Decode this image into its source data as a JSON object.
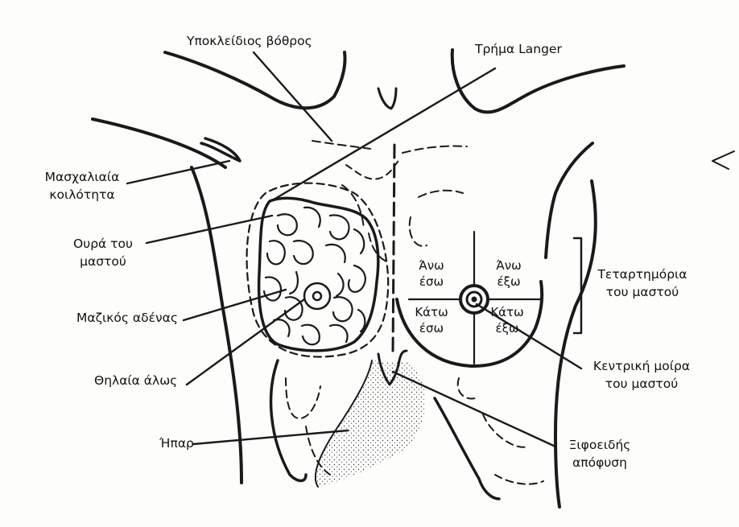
{
  "labels": {
    "subclavian_fossa": "Υποκλείδιος βόθρος",
    "langer_hole": "Τρήμα Langer",
    "axillary_cavity_1": "Μασχαλιαία",
    "axillary_cavity_2": "κοιλότητα",
    "breast_tail_1": "Ουρά του",
    "breast_tail_2": "μαστού",
    "mammary_gland": "Μαζικός αδένας",
    "areola": "Θηλαία άλως",
    "liver": "Ήπαρ",
    "quadrants_1": "Τεταρτημόρια",
    "quadrants_2": "του μαστού",
    "central_portion_1": "Κεντρική μοίρα",
    "central_portion_2": "του μαστού",
    "xiphoid_1": "Ξιφοειδής",
    "xiphoid_2": "απόφυση"
  },
  "quadrant_labels": {
    "upper_inner_1": "Άνω",
    "upper_inner_2": "έσω",
    "upper_outer_1": "Άνω",
    "upper_outer_2": "έξω",
    "lower_inner_1": "Κάτω",
    "lower_inner_2": "έσω",
    "lower_outer_1": "Κάτω",
    "lower_outer_2": "έξω"
  }
}
